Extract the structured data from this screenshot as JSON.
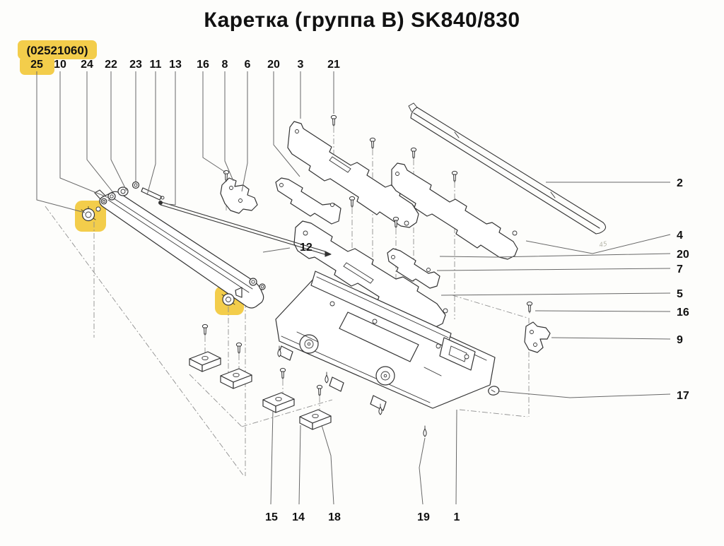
{
  "title": "Каретка (группа В) SK840/830",
  "part_code": "(02521060)",
  "callouts": {
    "top": [
      "25",
      "10",
      "24",
      "22",
      "23",
      "11",
      "13",
      "16",
      "8",
      "6",
      "20",
      "3",
      "21"
    ],
    "right": [
      "2",
      "4",
      "20",
      "7",
      "5",
      "16",
      "9",
      "17"
    ],
    "bottom": [
      "15",
      "14",
      "18",
      "19",
      "1"
    ],
    "middle": [
      "12"
    ]
  },
  "pencil_note": "45",
  "colors": {
    "highlight": "#F3CD4B",
    "background": "#FDFDFB",
    "line": "#333333",
    "leader": "#686868",
    "text": "#111111"
  },
  "highlighted_regions": [
    "part-code-box",
    "callout-25",
    "left-arm-nut",
    "lower-arm-nut"
  ]
}
